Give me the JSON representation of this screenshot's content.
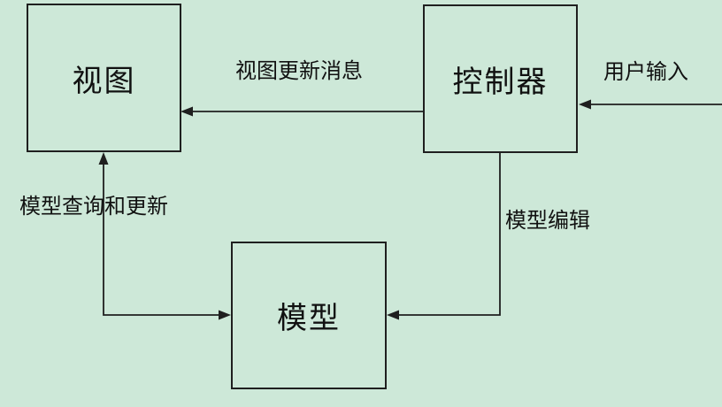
{
  "diagram": {
    "background_color": "#cde8d8",
    "line_color": "#1f1f1f",
    "nodes": {
      "view": {
        "label": "视图"
      },
      "controller": {
        "label": "控制器"
      },
      "model": {
        "label": "模型"
      }
    },
    "edges": {
      "view_update": {
        "label": "视图更新消息",
        "from": "控制器",
        "to": "视图"
      },
      "user_input": {
        "label": "用户输入",
        "to": "控制器"
      },
      "model_query": {
        "label": "模型查询和更新",
        "from": "视图",
        "to": "模型",
        "bidirectional": true
      },
      "model_edit": {
        "label": "模型编辑",
        "from": "控制器",
        "to": "模型"
      }
    }
  }
}
